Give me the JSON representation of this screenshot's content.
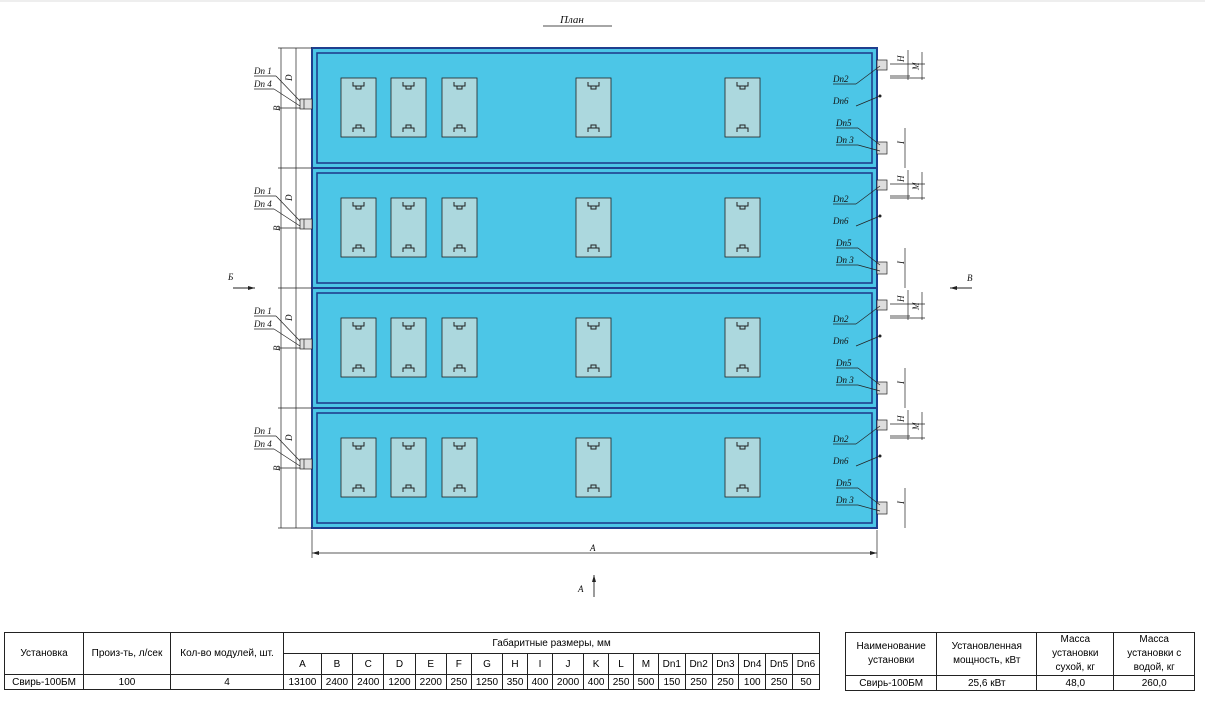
{
  "plan_title": "План",
  "labels": {
    "dn1": "Dn 1",
    "dn4": "Dn 4",
    "dn2": "Dn2",
    "dn6": "Dn6",
    "dn5": "Dn5",
    "dn3": "Dn 3",
    "dim_a": "A",
    "dim_b": "B",
    "dim_d": "D",
    "dim_h": "H",
    "dim_m": "M",
    "dim_i": "I",
    "view_b_left": "Б",
    "view_v_right": "В",
    "view_a_bottom": "A"
  },
  "colors": {
    "water": "#4cc6e7",
    "outline": "#1f3f8f",
    "panel": "#acd8de"
  },
  "dims_table": {
    "header_install": "Установка",
    "header_capacity": "Произ-ть, л/сек",
    "header_modules": "Кол-во модулей, шт.",
    "header_dimensions": "Габаритные размеры, мм",
    "columns": [
      "A",
      "B",
      "C",
      "D",
      "E",
      "F",
      "G",
      "H",
      "I",
      "J",
      "K",
      "L",
      "M",
      "Dn1",
      "Dn2",
      "Dn3",
      "Dn4",
      "Dn5",
      "Dn6"
    ],
    "row": {
      "name": "Свирь-100БМ",
      "capacity": "100",
      "modules": "4",
      "values": [
        "13100",
        "2400",
        "2400",
        "1200",
        "2200",
        "250",
        "1250",
        "350",
        "400",
        "2000",
        "400",
        "250",
        "500",
        "150",
        "250",
        "250",
        "100",
        "250",
        "50"
      ]
    }
  },
  "spec_table": {
    "headers": [
      "Наименование установки",
      "Установленная мощность, кВт",
      "Масса установки сухой, кг",
      "Масса установки с водой, кг"
    ],
    "row": [
      "Свирь-100БМ",
      "25,6 кВт",
      "48,0",
      "260,0"
    ]
  }
}
